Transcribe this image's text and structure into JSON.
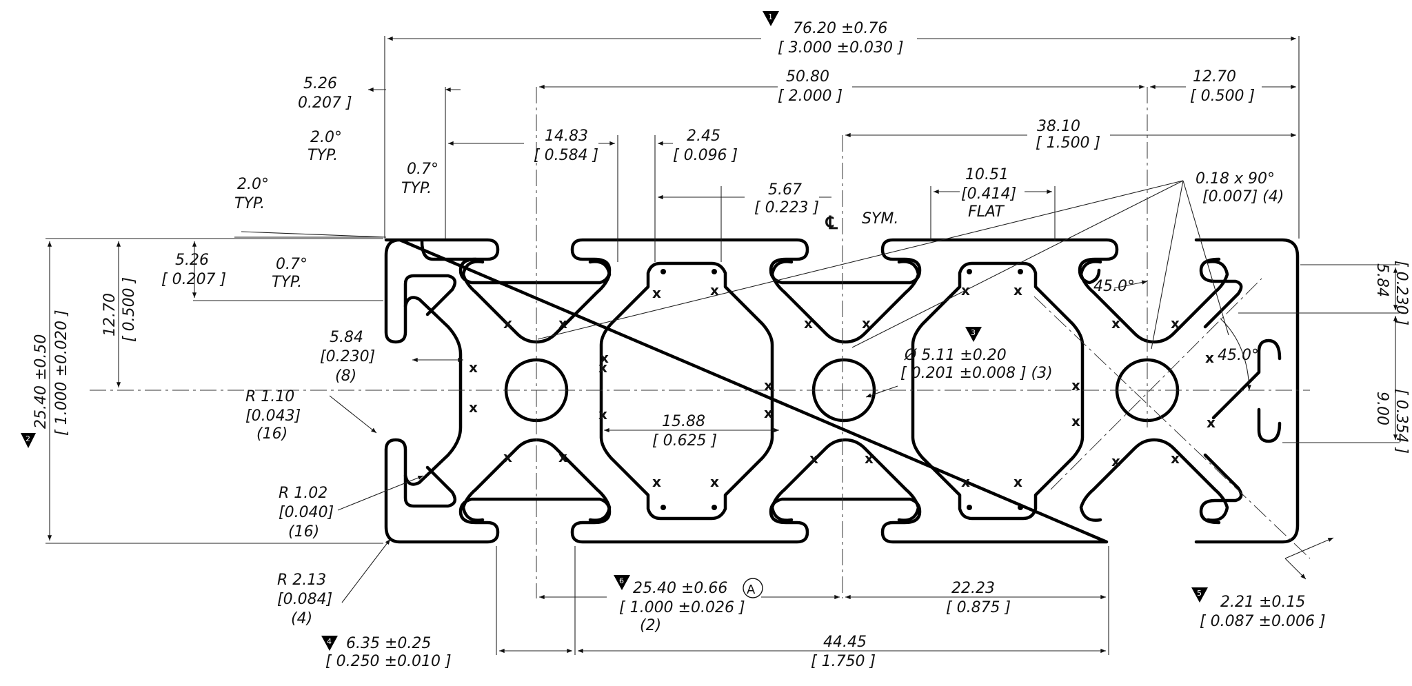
{
  "callouts": {
    "overall_width": {
      "marker": "1",
      "mm": "76.20 ±0.76",
      "in": "[ 3.000 ±0.030 ]"
    },
    "height": {
      "marker": "2",
      "mm": "25.40 ±0.50",
      "in": "[ 1.000 ±0.020 ]"
    },
    "bore": {
      "marker": "3",
      "line1": "Ø 5.11 ±0.20",
      "line2": "[ 0.201 ±0.008 ] (3)"
    },
    "slot_opening": {
      "marker": "4",
      "mm": "6.35 ±0.25",
      "in": "[ 0.250 ±0.010 ]"
    },
    "wall": {
      "marker": "5",
      "mm": "2.21 ±0.15",
      "in": "[ 0.087 ±0.006 ]"
    },
    "pitch": {
      "marker": "6",
      "mm": "25.40 ±0.66",
      "datum": "A",
      "in": "[ 1.000 ±0.026 ]",
      "qty": "(2)"
    }
  },
  "dims": {
    "d5080": {
      "mm": "50.80",
      "in": "[ 2.000 ]"
    },
    "d1270top": {
      "mm": "12.70",
      "in": "[ 0.500 ]"
    },
    "d3810": {
      "mm": "38.10",
      "in": "[ 1.500 ]"
    },
    "d526top": {
      "mm": "5.26",
      "in": "0.207 ]"
    },
    "ang20a": {
      "line1": "2.0°",
      "line2": "TYP."
    },
    "ang07a": {
      "line1": "0.7°",
      "line2": "TYP."
    },
    "ang20b": {
      "line1": "2.0°",
      "line2": "TYP."
    },
    "ang07b": {
      "line1": "0.7°",
      "line2": "TYP."
    },
    "d1483": {
      "mm": "14.83",
      "in": "[ 0.584 ]"
    },
    "d245": {
      "mm": "2.45",
      "in": "[ 0.096 ]"
    },
    "d567": {
      "mm": "5.67",
      "in": "[ 0.223 ]"
    },
    "sym": "SYM.",
    "d1051": {
      "mm": "10.51",
      "in": "[0.414]",
      "note": "FLAT"
    },
    "chamfer": {
      "line1": "0.18 x 90°",
      "line2": "[0.007] (4)"
    },
    "d526left": {
      "mm": "5.26",
      "in": "[ 0.207 ]"
    },
    "d1270left": {
      "mm": "12.70",
      "in": "[ 0.500 ]"
    },
    "d584left": {
      "line1": "5.84",
      "line2": "[0.230]",
      "line3": "(8)"
    },
    "r110": {
      "line1": "R 1.10",
      "line2": "[0.043]",
      "line3": "(16)"
    },
    "r102": {
      "line1": "R 1.02",
      "line2": "[0.040]",
      "line3": "(16)"
    },
    "r213": {
      "line1": "R 2.13",
      "line2": "[0.084]",
      "line3": "(4)"
    },
    "d1588": {
      "mm": "15.88",
      "in": "[ 0.625 ]"
    },
    "ang45a": "45.0°",
    "ang45b": "45.0°",
    "d584right": {
      "mm": "5.84",
      "in": "[ 0.230 ]"
    },
    "d900": {
      "mm": "9.00",
      "in": "[ 0.354 ]"
    },
    "d2223": {
      "mm": "22.23",
      "in": "[ 0.875 ]"
    },
    "d4445": {
      "mm": "44.45",
      "in": "[ 1.750 ]"
    }
  },
  "colors": {
    "line": "#000000",
    "background": "#ffffff"
  }
}
